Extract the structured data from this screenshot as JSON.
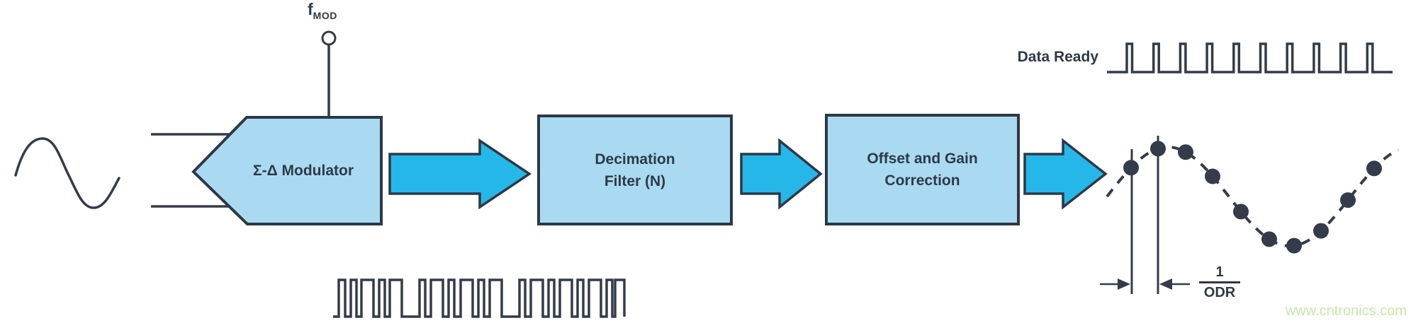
{
  "labels": {
    "fmod_base": "f",
    "fmod_sub": "MOD",
    "modulator": "Σ-Δ Modulator",
    "decimation_line1": "Decimation",
    "decimation_line2": "Filter (N)",
    "offset_line1": "Offset and Gain",
    "offset_line2": "Correction",
    "data_ready": "Data Ready",
    "odr_numerator": "1",
    "odr_denominator": "ODR",
    "watermark": "www.cntronics.com"
  },
  "icons": {
    "input_wave": "analog-sine-wave",
    "modulator_output": "dense-bitstream-waveform",
    "data_ready_output": "pulse-train-waveform",
    "final_output": "sampled-sine-dashed-with-dots",
    "clock_terminal": "circle-terminal"
  },
  "colors": {
    "line": "#343b49",
    "border": "#2d3845",
    "text": "#2f3947",
    "block_fill": "#a9daf2",
    "arrow_fill": "#25b7e8",
    "watermark": "#c6e7a8",
    "bg": "#ffffff"
  }
}
